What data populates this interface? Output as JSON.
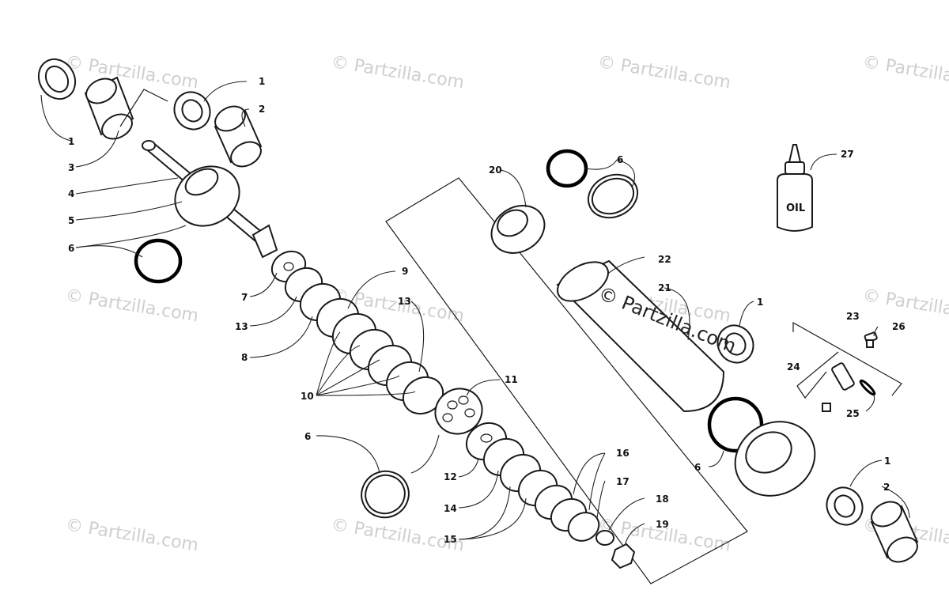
{
  "watermarks": [
    "© Partzilla.com",
    "© Partzilla.com",
    "© Partzilla.com",
    "© Partzilla.com",
    "© Partzilla.com",
    "© Partzilla.com",
    "© Partzilla.com",
    "© Partzilla.com",
    "© Partzilla.com",
    "© Partzilla.com",
    "© Partzilla.com",
    "© Partzilla.com"
  ],
  "center_watermark": "© Partzilla.com",
  "oil_label": "OIL",
  "callouts": [
    "1",
    "1",
    "1",
    "1",
    "2",
    "2",
    "3",
    "4",
    "5",
    "6",
    "6",
    "6",
    "6",
    "7",
    "8",
    "9",
    "10",
    "11",
    "12",
    "13",
    "13",
    "14",
    "15",
    "16",
    "17",
    "18",
    "19",
    "20",
    "21",
    "22",
    "23",
    "24",
    "25",
    "26",
    "27"
  ]
}
